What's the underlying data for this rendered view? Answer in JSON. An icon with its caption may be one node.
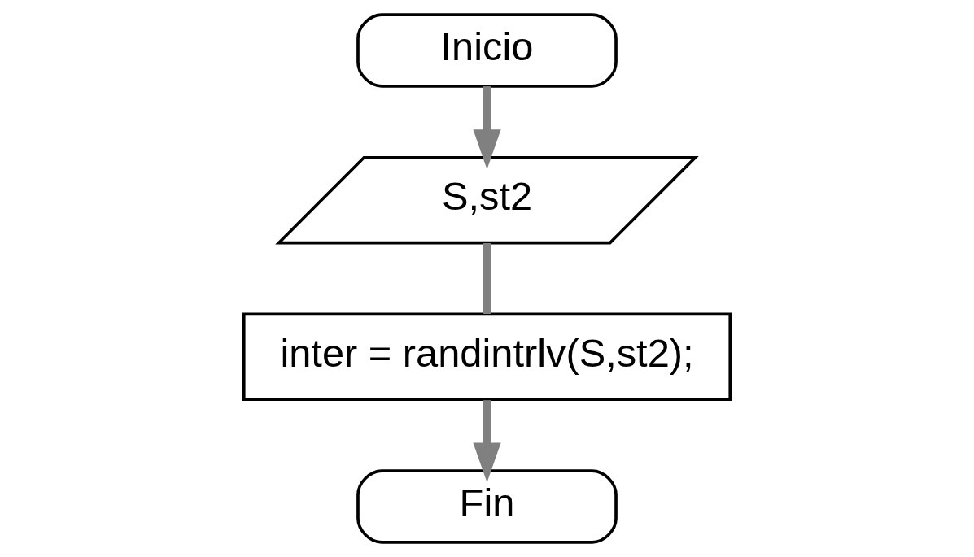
{
  "diagram": {
    "nodes": [
      {
        "text": [
          "Inicio"
        ]
      },
      {
        "text": [
          "S,st2"
        ]
      },
      {
        "text": [
          "inter = randintrlv(S,st2);"
        ]
      },
      {
        "text": [
          "Fin"
        ]
      }
    ],
    "edges": [
      {
        "from": 0,
        "to": 1,
        "arrow": "to"
      },
      {
        "from": 1,
        "to": 2,
        "arrow": "none"
      },
      {
        "from": 2,
        "to": 3,
        "arrow": "to"
      }
    ]
  }
}
